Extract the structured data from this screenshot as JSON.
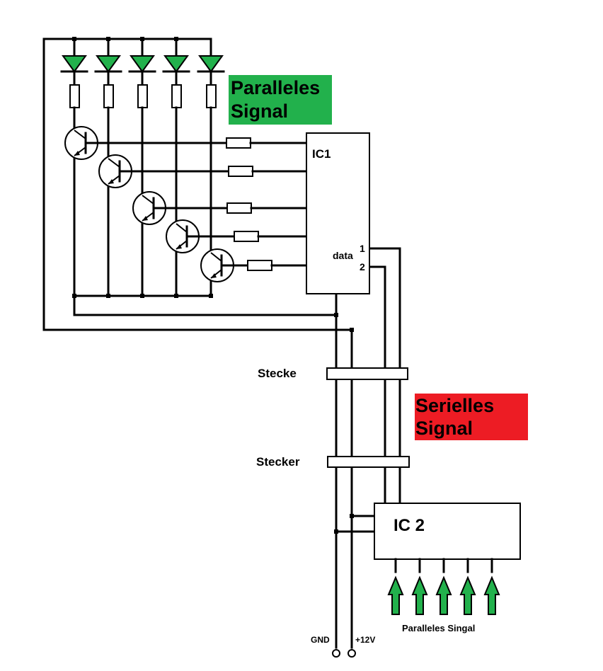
{
  "colors": {
    "wire": "#000000",
    "led": "#22b14c",
    "arrow": "#22b14c",
    "parallel_label_bg": "#22b14c",
    "serial_label_bg": "#ed1c24"
  },
  "labels": {
    "parallel_signal_line1": "Paralleles",
    "parallel_signal_line2": "Signal",
    "serial_signal_line1": "Serielles",
    "serial_signal_line2": "Signal",
    "ic1": "IC1",
    "ic2": "IC 2",
    "data": "data",
    "pin1": "1",
    "pin2": "2",
    "connector_top": "Stecke",
    "connector_bottom": "Stecker",
    "gnd": "GND",
    "vcc": "+12V",
    "parallel_input": "Paralleles Singal"
  },
  "counts": {
    "led_channels": 5,
    "input_arrows": 5
  }
}
